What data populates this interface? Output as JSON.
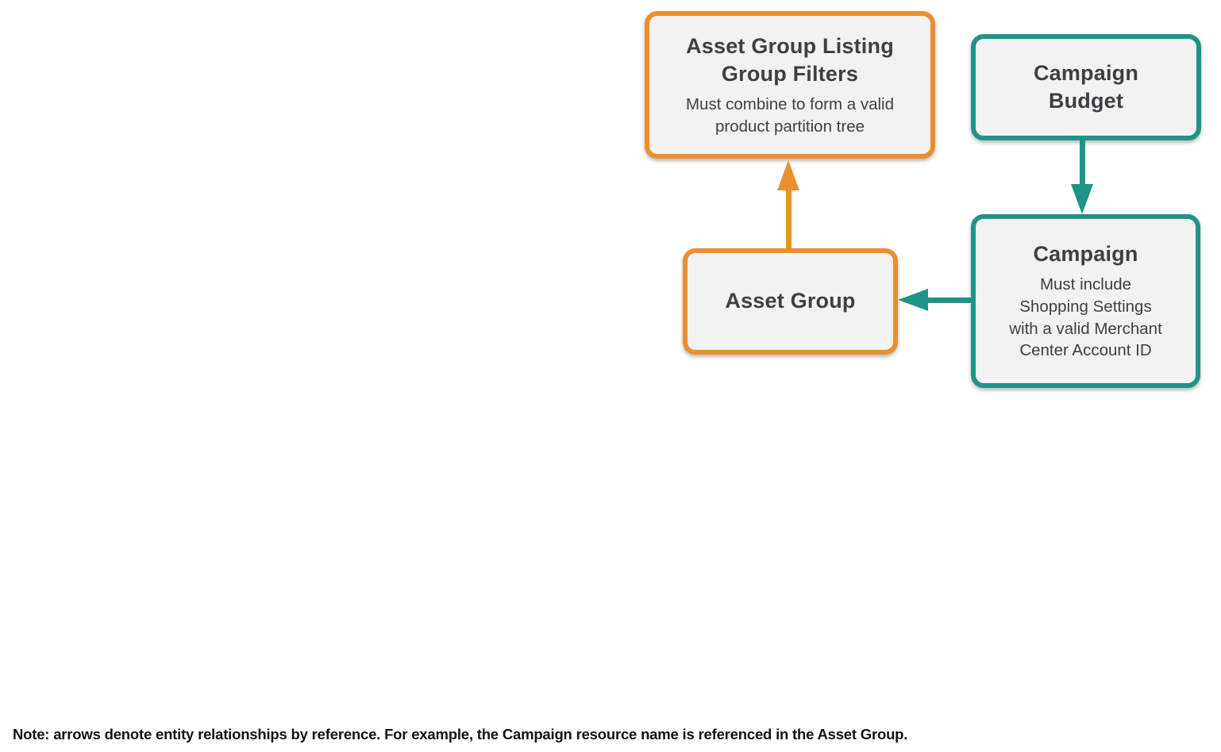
{
  "theme": {
    "orange": "#E8902F",
    "teal": "#1E9487",
    "box_fill": "#F2F2F2",
    "title_color": "#3C4043",
    "note_color": "#131313",
    "canvas_bg": "#FFFFFF"
  },
  "diagram": {
    "nodes": {
      "asset_group_listing_group_filters": {
        "title": "Asset Group Listing\nGroup Filters",
        "subtitle": "Must combine to form a valid\nproduct partition tree",
        "accent": "orange"
      },
      "campaign_budget": {
        "title": "Campaign\nBudget",
        "accent": "teal"
      },
      "campaign": {
        "title": "Campaign",
        "subtitle": "Must include\nShopping Settings\nwith a valid Merchant\nCenter Account ID",
        "accent": "teal"
      },
      "asset_group": {
        "title": "Asset Group",
        "accent": "orange"
      }
    },
    "edges": [
      {
        "from": "asset_group",
        "to": "asset_group_listing_group_filters",
        "color": "orange",
        "direction": "up"
      },
      {
        "from": "campaign_budget",
        "to": "campaign",
        "color": "teal",
        "direction": "down"
      },
      {
        "from": "campaign",
        "to": "asset_group",
        "color": "teal",
        "direction": "left"
      }
    ]
  },
  "note": "Note: arrows denote entity relationships by reference. For example, the Campaign resource name is referenced in the Asset Group."
}
